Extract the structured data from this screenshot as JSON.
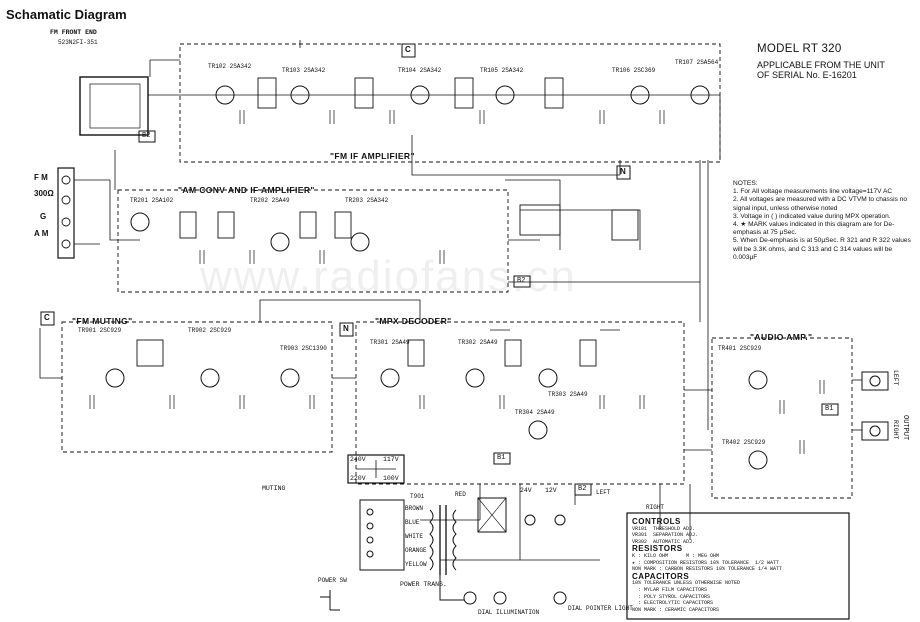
{
  "title": "Schamatic Diagram",
  "model": "MODEL RT 320",
  "applicable": "APPLICABLE FROM THE UNIT\nOF SERIAL No. E-16201",
  "notes": {
    "heading": "NOTES:",
    "items": [
      "1. For All voltage measurements line voltage=117V AC",
      "2. All voltages are measured with a DC VTVM to chassis no signal input, unless otherwise noted",
      "3. Voltage in ( ) indicated value during MPX operation.",
      "4. ★ MARK values indicated in this diagram are for De-emphasis at 75 μSec.",
      "5. When De-emphasis is at 50μSec. R 321 and R 322 values will be 3.3K ohms, and C 313 and C 314 values will be 0.003μF"
    ]
  },
  "sections": {
    "fm_if": "\"FM IF AMPLIFIER\"",
    "am_conv": "\"AM CONV AND IF AMPLIFIER\"",
    "fm_muting": "\"FM MUTING\"",
    "mpx": "\"MPX DECODER\"",
    "audio": "\"AUDIO AMP.\""
  },
  "tags": {
    "c_top": "C",
    "c_left": "C",
    "n_right": "N",
    "n_mid": "N",
    "b2_front": "B2",
    "b2_am": "B2",
    "b1_mpx": "B1",
    "b2_mpx": "B2",
    "b1_audio": "B1"
  },
  "labels": {
    "fm_front_end": "FM FRONT END",
    "front_part": "523N2FI-351",
    "ant_fm": "F M",
    "ant_300": "300Ω",
    "ant_g": "G",
    "ant_am": "A M",
    "muting": "MUTING",
    "left": "LEFT",
    "right": "RIGHT",
    "output": "OUTPUT",
    "output_left": "LEFT",
    "output_right": "RIGHT",
    "power_trans": "POWER TRANS.",
    "power_sw": "POWER SW",
    "dial_ill": "DIAL ILLUMINATION",
    "dial_pointer": "DIAL POINTER LIGHT",
    "volt_240": "240V",
    "volt_220": "220V",
    "volt_117": "117V",
    "volt_100": "100V",
    "t901": "T901",
    "brown": "BROWN",
    "blue": "BLUE",
    "white": "WHITE",
    "orange": "ORANGE",
    "yellow": "YELLOW",
    "red": "RED",
    "v24": "24V",
    "v12": "12V"
  },
  "transistors": {
    "tr102": "TR102 2SA342",
    "tr103": "TR103 2SA342",
    "tr104": "TR104 2SA342",
    "tr105": "TR105 2SA342",
    "tr106": "TR106 2SC369",
    "tr107": "TR107 2SA564",
    "tr201": "TR201 2SA102",
    "tr202": "TR202 2SA49",
    "tr203": "TR203 2SA342",
    "tr901": "TR901 2SC929",
    "tr902": "TR902 2SC929",
    "tr903": "TR903 2SC1390",
    "tr301": "TR301 2SA49",
    "tr302": "TR302 2SA49",
    "tr303": "TR303 2SA49",
    "tr304": "TR304 2SA49",
    "tr401": "TR401 2SC929",
    "tr402": "TR402 2SC929"
  },
  "controls": {
    "heading": "CONTROLS",
    "rows": [
      "VR101  THRESHOLD ADJ.",
      "VR301  SEPARATION ADJ.",
      "VR302  AUTOMATIC ADJ."
    ]
  },
  "resistors": {
    "heading": "RESISTORS",
    "rows": [
      "K : KILO OHM      M : MEG OHM",
      "★ : COMPOSITION RESISTORS 10% TOLERANCE  1/2 WATT",
      "NON MARK : CARBON RESISTORS 10% TOLERANCE 1/4 WATT"
    ]
  },
  "capacitors": {
    "heading": "CAPACITORS",
    "rows": [
      "10% TOLERANCE UNLESS OTHERWISE NOTED",
      "  : MYLAR FILM CAPACITORS",
      "  : POLY STYROL CAPACITORS",
      "  : ELECTROLYTIC CAPACITORS",
      "NON MARK : CERAMIC CAPACITORS"
    ]
  },
  "watermark": "www.radiofans.cn"
}
